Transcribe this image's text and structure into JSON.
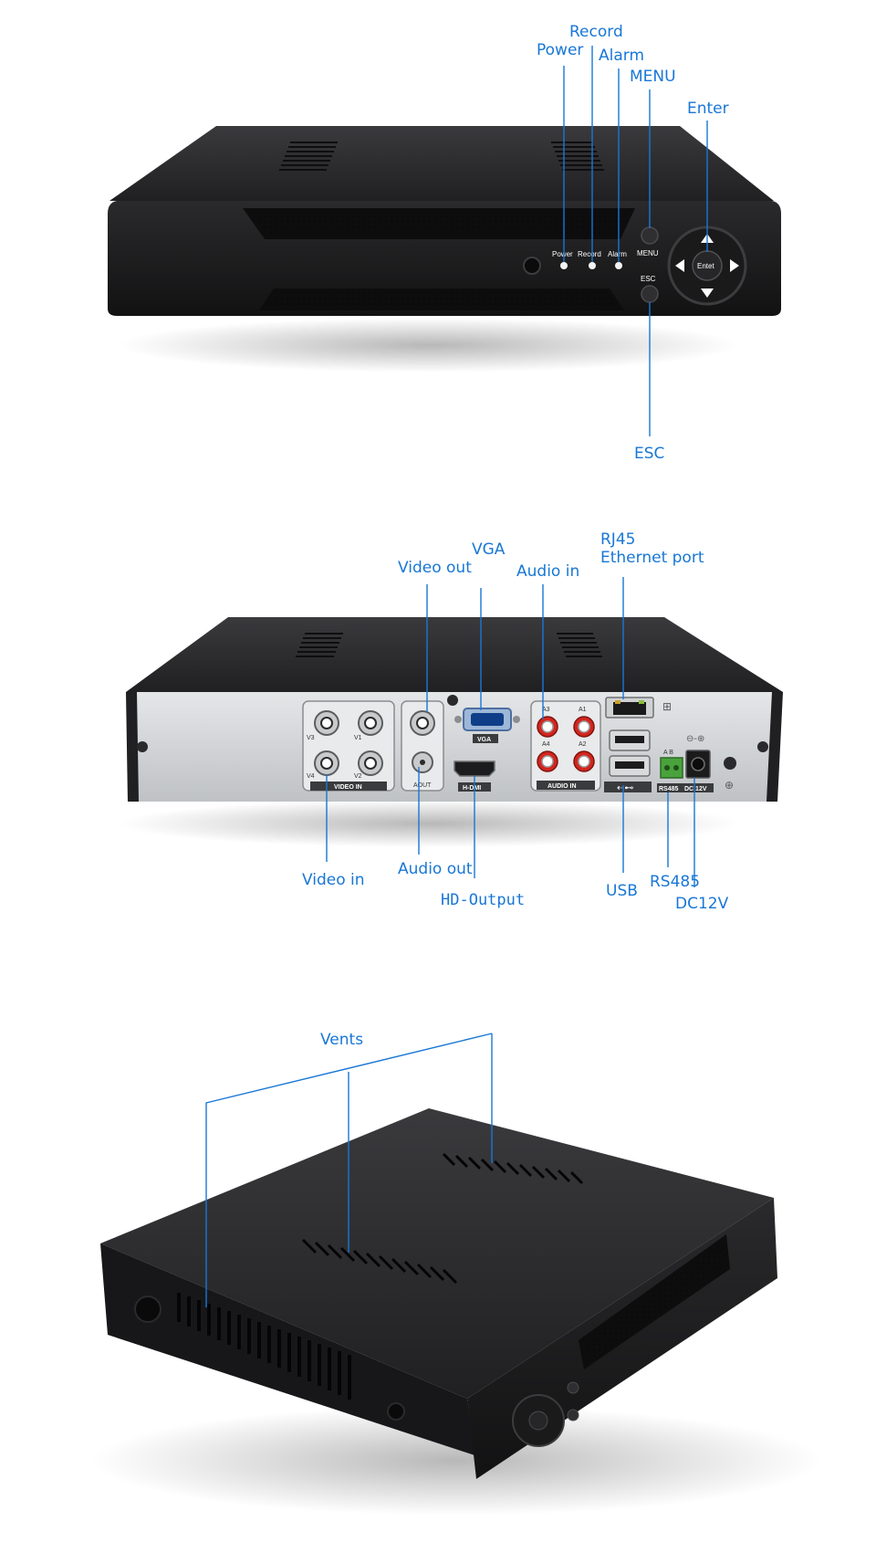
{
  "front": {
    "callouts": {
      "power": "Power",
      "record": "Record",
      "alarm": "Alarm",
      "menu": "MENU",
      "enter": "Enter",
      "esc": "ESC"
    },
    "panel_labels": {
      "power": "Power",
      "record": "Record",
      "alarm": "Alarm",
      "menu": "MENU",
      "enter": "Entet",
      "esc": "ESC"
    }
  },
  "rear": {
    "callouts": {
      "vga": "VGA",
      "video_out": "Video out",
      "audio_in": "Audio in",
      "rj45_line1": "RJ45",
      "rj45_line2": "Ethernet port",
      "video_in": "Video in",
      "audio_out": "Audio out",
      "hd_output": "HD-Output",
      "usb": "USB",
      "rs485": "RS485",
      "dc12v": "DC12V"
    },
    "panel_labels": {
      "v3": "V3",
      "v1": "V1",
      "v4": "V4",
      "v2": "V2",
      "video_in": "VIDEO IN",
      "aout": "AOUT",
      "vga": "VGA",
      "hdmi": "H-DMI",
      "a3": "A3",
      "a1": "A1",
      "a4": "A4",
      "a2": "A2",
      "audio_in": "AUDIO IN",
      "rs485": "RS485",
      "dc12v": "DC 12V",
      "ab": "A  B"
    }
  },
  "top": {
    "callouts": {
      "vents": "Vents"
    }
  },
  "colors": {
    "callout_blue": "#1877d6",
    "chassis_dark": "#1c1c1e",
    "rear_panel": "#d6d8da"
  }
}
